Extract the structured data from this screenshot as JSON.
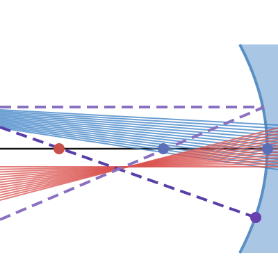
{
  "colors": {
    "background": "#ffffff",
    "mirror_fill": "#a9c6e4",
    "mirror_edge": "#5a8fc4",
    "optical_axis": "#111111",
    "blue_rays": "#3a7fc4",
    "red_rays": "#d9534f",
    "construction_line_light": "#8a70c0",
    "construction_line_dark": "#5a3ea8",
    "focal_point_dot": "#c9504a",
    "center_dot": "#5a6fb8",
    "image_dot": "#6a3fb0"
  },
  "elements": {
    "mirror": "concave-mirror",
    "axis": "optical-axis",
    "markers": [
      "focal-point",
      "center-of-curvature",
      "vertex-point",
      "mirror-edge-point"
    ],
    "ray_bundles": [
      "blue-ray-bundle",
      "red-ray-bundle"
    ],
    "construction_lines": [
      "dashed-line-horizontal",
      "dashed-line-descending",
      "dashed-line-ascending"
    ]
  }
}
